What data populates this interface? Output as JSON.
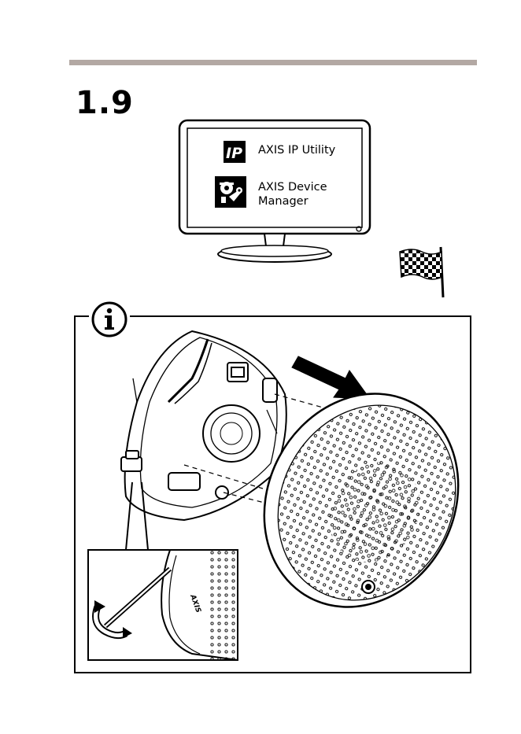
{
  "step": {
    "number": "1.9"
  },
  "monitor": {
    "apps": [
      {
        "icon": "ip-utility-icon",
        "label": "AXIS IP Utility"
      },
      {
        "icon": "device-manager-icon",
        "label": "AXIS Device\nManager"
      }
    ]
  },
  "icons": {
    "finish": "checkered-flag-icon",
    "info": "info-icon"
  },
  "inset": {
    "brand_mark": "AXIS"
  },
  "colors": {
    "rule": "#b3a8a3",
    "ink": "#000000"
  }
}
